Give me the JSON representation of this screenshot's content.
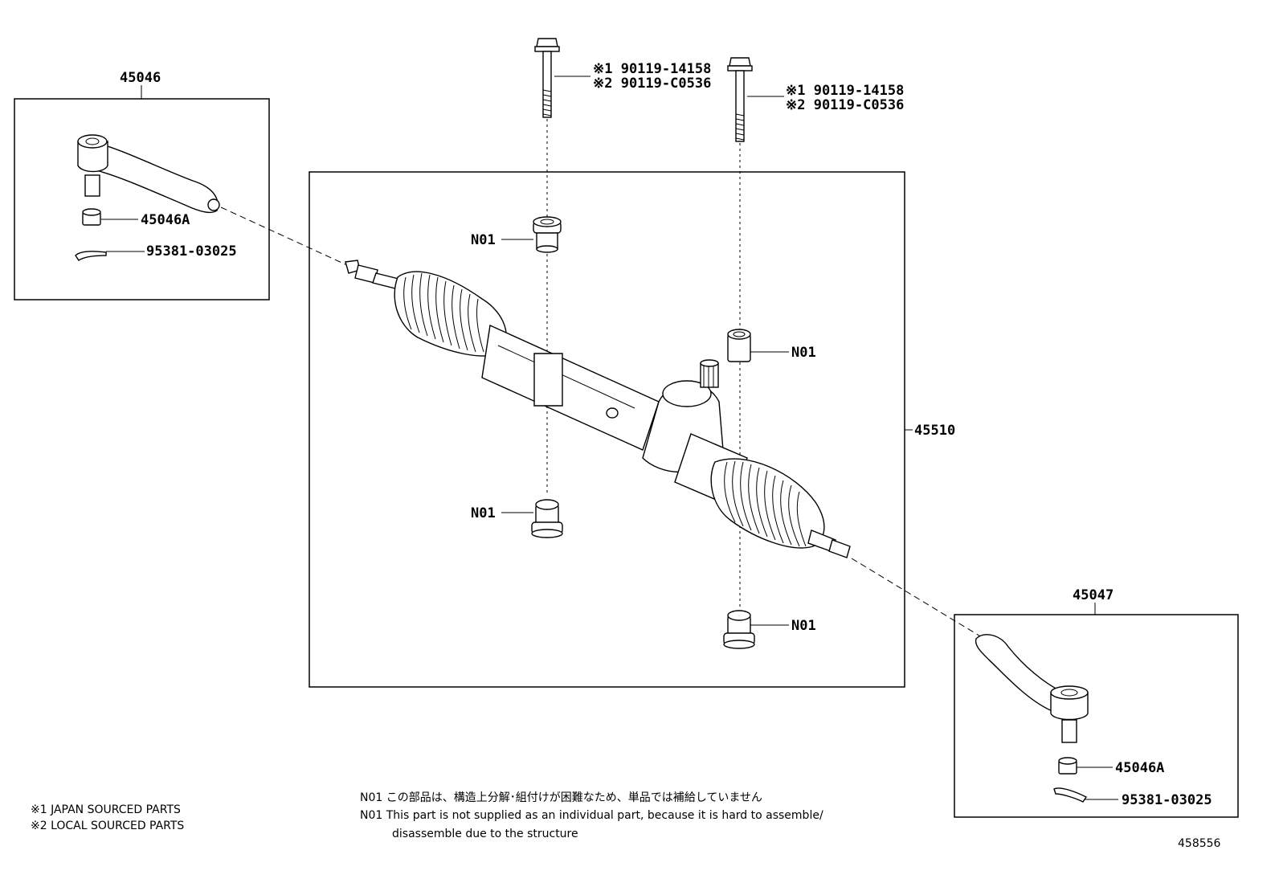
{
  "labels": {
    "tie_rod_end_left": "45046",
    "tie_rod_end_right": "45047",
    "nut_left": "45046A",
    "nut_right": "45046A",
    "cotter_pin_left": "95381-03025",
    "cotter_pin_right": "95381-03025",
    "rack_assembly": "45510",
    "bushing_1": "N01",
    "bushing_2": "N01",
    "bushing_3": "N01",
    "bushing_4": "N01",
    "bolt_left_line1": "※1 90119-14158",
    "bolt_left_line2": "※2 90119-C0536",
    "bolt_right_line1": "※1 90119-14158",
    "bolt_right_line2": "※2 90119-C0536"
  },
  "legend": {
    "line1": "※1 JAPAN SOURCED PARTS",
    "line2": "※2 LOCAL SOURCED PARTS"
  },
  "notes": {
    "jp": "N01 この部品は、構造上分解･組付けが困難なため、単品では補給していません",
    "en_line1": "N01 This part is not supplied as an individual part, because it is hard to assemble/",
    "en_line2": "disassemble due to the structure"
  },
  "diagram_id": "458556"
}
